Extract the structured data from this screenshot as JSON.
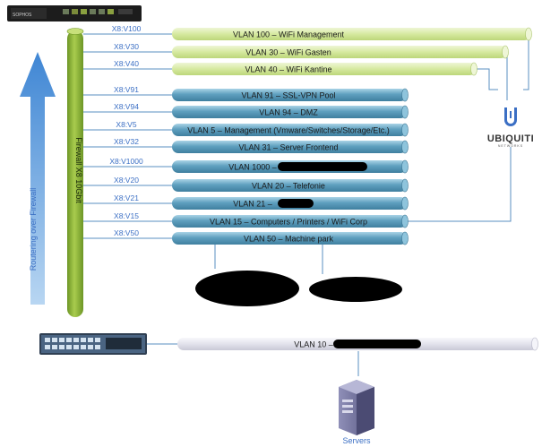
{
  "firewall": {
    "label": "Firewall X8 10Gbit",
    "device_text": "SOPHOS"
  },
  "routing": {
    "label": "Routering over Firewall"
  },
  "vlans": [
    {
      "port": "X8:V100",
      "label": "VLAN 100 – WiFi Management",
      "kind": "wifi",
      "redacted": false
    },
    {
      "port": "X8:V30",
      "label": "VLAN 30 – WiFi Gasten",
      "kind": "wifi",
      "redacted": false
    },
    {
      "port": "X8:V40",
      "label": "VLAN 40 – WiFi Kantine",
      "kind": "wifi",
      "redacted": false
    },
    {
      "port": "X8:V91",
      "label": "VLAN 91 – SSL-VPN Pool",
      "kind": "lan",
      "redacted": false
    },
    {
      "port": "X8:V94",
      "label": "VLAN 94 – DMZ",
      "kind": "lan",
      "redacted": false
    },
    {
      "port": "X8:V5",
      "label": "VLAN 5 – Management (Vmware/Switches/Storage/Etc.)",
      "kind": "lan",
      "redacted": false
    },
    {
      "port": "X8:V32",
      "label": "VLAN 31 – Server Frontend",
      "kind": "lan",
      "redacted": false
    },
    {
      "port": "X8:V1000",
      "label": "VLAN 1000 –",
      "kind": "lan",
      "redacted": true
    },
    {
      "port": "X8:V20",
      "label": "VLAN 20 – Telefonie",
      "kind": "lan",
      "redacted": false
    },
    {
      "port": "X8:V21",
      "label": "VLAN 21 –",
      "kind": "lan",
      "redacted": true
    },
    {
      "port": "X8:V15",
      "label": "VLAN 15 – Computers / Printers / WiFi Corp",
      "kind": "lan",
      "redacted": false
    },
    {
      "port": "X8:V50",
      "label": "VLAN 50 – Machine park",
      "kind": "lan",
      "redacted": false
    }
  ],
  "core_vlan": {
    "label": "VLAN 10 –",
    "redacted": true
  },
  "ubiquiti": {
    "brand": "UBIQUITI",
    "sub": "NETWORKS"
  },
  "servers": {
    "label": "Servers"
  },
  "colors": {
    "wifi_pipe": "#d9eba8",
    "lan_pipe": "#5fa0bf",
    "core_pipe": "#e6e6ee",
    "firewall_pipe": "#8fb83a",
    "arrow": "#4a90d9",
    "line": "#5a8fc0",
    "redact": "#000000"
  }
}
